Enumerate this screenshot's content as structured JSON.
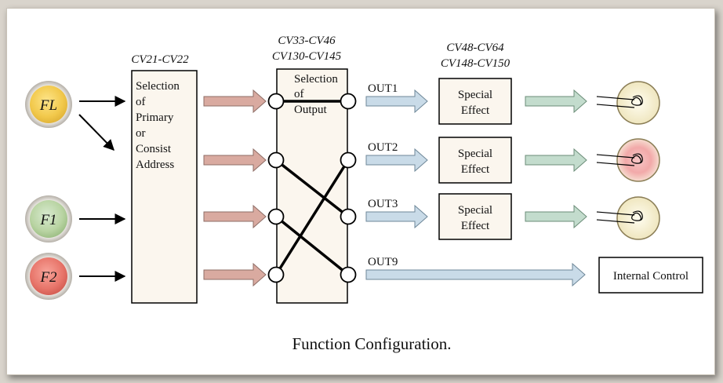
{
  "diagram": {
    "caption": "Function Configuration.",
    "inputs": [
      {
        "label": "FL",
        "color": "#f2c94c"
      },
      {
        "label": "F1",
        "color": "#b9d4a3"
      },
      {
        "label": "F2",
        "color": "#e8766b"
      }
    ],
    "selection_block": {
      "header": "CV21-CV22",
      "lines": [
        "Selection",
        "of",
        "Primary",
        "or",
        "Consist",
        "Address"
      ]
    },
    "output_block": {
      "header_line1": "CV33-CV46",
      "header_line2": "CV130-CV145",
      "lines": [
        "Selection",
        "of",
        "Output"
      ]
    },
    "effects_header": {
      "line1": "CV48-CV64",
      "line2": "CV148-CV150"
    },
    "outputs": [
      {
        "label": "OUT1",
        "effect_line1": "Special",
        "effect_line2": "Effect",
        "lamp_color": "#f3ecc8"
      },
      {
        "label": "OUT2",
        "effect_line1": "Special",
        "effect_line2": "Effect",
        "lamp_color": "#f2a9a9"
      },
      {
        "label": "OUT3",
        "effect_line1": "Special",
        "effect_line2": "Effect",
        "lamp_color": "#f3ecc8"
      },
      {
        "label": "OUT9",
        "target": "Internal Control"
      }
    ],
    "colors": {
      "block_fill": "#fbf6ee",
      "input_arrow": "#d9aaa0",
      "output_arrow": "#c9dbe8",
      "effect_arrow": "#c3dccd"
    }
  }
}
